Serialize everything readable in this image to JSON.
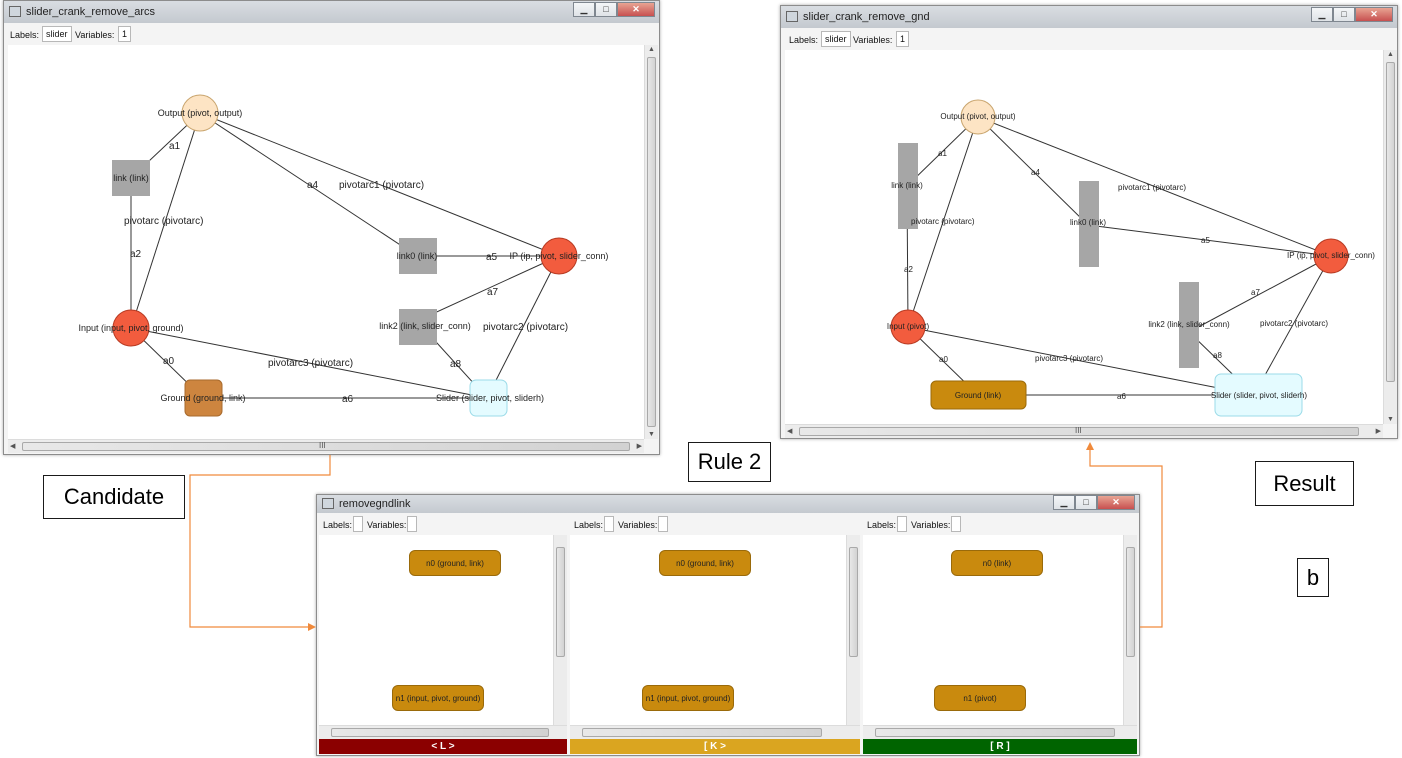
{
  "candidate_window": {
    "title": "slider_crank_remove_arcs",
    "labels_label": "Labels:",
    "labels_value": "slider",
    "variables_label": "Variables:",
    "variables_value": "1",
    "nodes": {
      "output": "Output (pivot, output)",
      "link": "link (link)",
      "link0": "link0 (link)",
      "ip": "IP (ip, pivot, slider_conn)",
      "input": "Input (input, pivot, ground)",
      "link2": "link2 (link, slider_conn)",
      "ground": "Ground (ground, link)",
      "slider": "Slider (slider, pivot, sliderh)"
    },
    "edges": {
      "a1": "a1",
      "a2": "a2",
      "a4": "a4",
      "a5": "a5",
      "a6": "a6",
      "a7": "a7",
      "a8": "a8",
      "a0": "a0",
      "pivotarc": "pivotarc (pivotarc)",
      "pivotarc1": "pivotarc1 (pivotarc)",
      "pivotarc2": "pivotarc2 (pivotarc)",
      "pivotarc3": "pivotarc3 (pivotarc)"
    }
  },
  "result_window": {
    "title": "slider_crank_remove_gnd",
    "labels_label": "Labels:",
    "labels_value": "slider",
    "variables_label": "Variables:",
    "variables_value": "1",
    "nodes": {
      "output": "Output (pivot, output)",
      "link": "link (link)",
      "link0": "link0 (link)",
      "ip": "IP (ip, pivot, slider_conn)",
      "input": "Input (pivot)",
      "link2": "link2 (link, slider_conn)",
      "ground": "Ground (link)",
      "slider": "Slider (slider, pivot, sliderh)"
    },
    "edges": {
      "a1": "a1",
      "a2": "a2",
      "a4": "a4",
      "a5": "a5",
      "a6": "a6",
      "a7": "a7",
      "a8": "a8",
      "a0": "a0",
      "pivotarc": "pivotarc (pivotarc)",
      "pivotarc1": "pivotarc1 (pivotarc)",
      "pivotarc2": "pivotarc2 (pivotarc)",
      "pivotarc3": "pivotarc3 (pivotarc)"
    }
  },
  "rule_window": {
    "title": "removegndlink",
    "panes": [
      {
        "labels_label": "Labels:",
        "variables_label": "Variables:",
        "n0": "n0 (ground, link)",
        "n1": "n1 (input, pivot, ground)",
        "footer": "< L >"
      },
      {
        "labels_label": "Labels:",
        "variables_label": "Variables:",
        "n0": "n0 (ground, link)",
        "n1": "n1 (input, pivot, ground)",
        "footer": "[ K >"
      },
      {
        "labels_label": "Labels:",
        "variables_label": "Variables:",
        "n0": "n0 (link)",
        "n1": "n1 (pivot)",
        "footer": "[ R ]"
      }
    ]
  },
  "callouts": {
    "candidate": "Candidate",
    "rule": "Rule 2",
    "result": "Result",
    "b": "b"
  },
  "colors": {
    "red_node": "#f25c3e",
    "pivot_node": "#fde4c4",
    "slider_node": "#e4fbff",
    "gray_node": "#a6a6a6",
    "ground_node": "#cd853f",
    "rule_node": "#c98a0e",
    "arrow": "#f08a3c",
    "footer_L": "#8b0000",
    "footer_K": "#daa520",
    "footer_R": "#006400"
  }
}
